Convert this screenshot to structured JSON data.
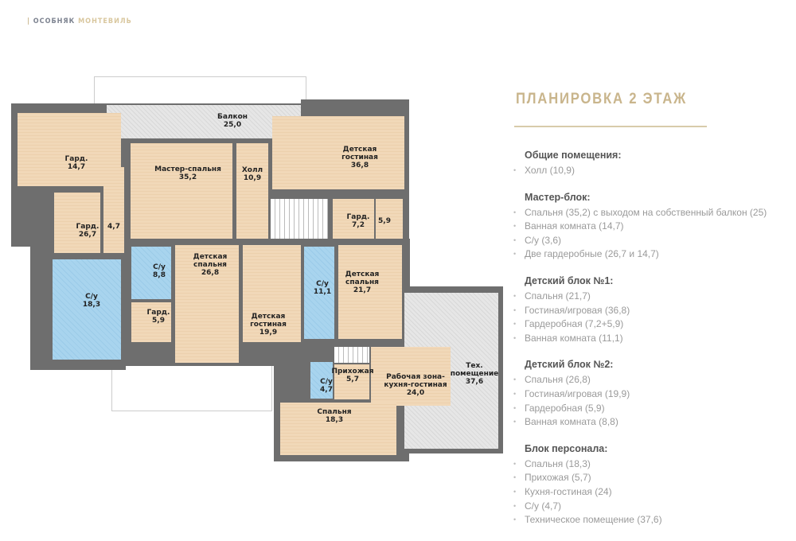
{
  "header": {
    "brand_part1": "ОСОБНЯК",
    "brand_part2": "МОНТЕВИЛЬ"
  },
  "title": "ПЛАНИРОВКА 2 ЭТАЖ",
  "colors": {
    "accent": "#c9b58c",
    "wall": "#6e6e6e",
    "floor": "#f1d8b8",
    "bathroom": "#a8d4ee"
  },
  "plan": {
    "rooms": {
      "balcony": {
        "name": "Балкон",
        "area": "25,0"
      },
      "dress1": {
        "name": "Гард.",
        "area": "14,7"
      },
      "dress2": {
        "name": "Гард.",
        "area": "26,7"
      },
      "corridor": {
        "area": "4,7"
      },
      "bath_master": {
        "name": "С/у",
        "area": "18,3"
      },
      "master": {
        "name": "Мастер-спальня",
        "area": "35,2"
      },
      "hall": {
        "name": "Холл",
        "area": "10,9"
      },
      "kids_living1": {
        "name": "Детская гостиная",
        "area": "36,8"
      },
      "dress3": {
        "name": "Гард.",
        "area": "7,2"
      },
      "dress4": {
        "area": "5,9"
      },
      "bath_kids2": {
        "name": "С/у",
        "area": "8,8"
      },
      "dress5": {
        "name": "Гард.",
        "area": "5,9"
      },
      "kids_bed2": {
        "name": "Детская спальня",
        "area": "26,8"
      },
      "kids_living2": {
        "name": "Детская гостиная",
        "area": "19,9"
      },
      "bath_kids1": {
        "name": "С/у",
        "area": "11,1"
      },
      "kids_bed1": {
        "name": "Детская спальня",
        "area": "21,7"
      },
      "entry": {
        "name": "Прихожая",
        "area": "5,7"
      },
      "kitchen": {
        "name": "Рабочая зона-кухня-гостиная",
        "area": "24,0"
      },
      "bath_staff": {
        "name": "С/у",
        "area": "4,7"
      },
      "tech": {
        "name": "Тех. помещение",
        "area": "37,6"
      },
      "staff_bed": {
        "name": "Спальня",
        "area": "18,3"
      }
    }
  },
  "summary": [
    {
      "heading": "Общие помещения:",
      "items": [
        "Холл (10,9)"
      ]
    },
    {
      "heading": "Мастер-блок:",
      "items": [
        "Спальня (35,2) с выходом на собственный балкон (25)",
        "Ванная комната (14,7)",
        "С/у (3,6)",
        "Две гардеробные (26,7 и 14,7)"
      ]
    },
    {
      "heading": "Детский блок №1:",
      "items": [
        "Спальня (21,7)",
        "Гостиная/игровая (36,8)",
        "Гардеробная (7,2+5,9)",
        "Ванная комната (11,1)"
      ]
    },
    {
      "heading": "Детский блок №2:",
      "items": [
        "Спальня (26,8)",
        "Гостиная/игровая (19,9)",
        "Гардеробная (5,9)",
        "Ванная комната (8,8)"
      ]
    },
    {
      "heading": "Блок персонала:",
      "items": [
        "Спальня (18,3)",
        "Прихожая (5,7)",
        "Кухня-гостиная (24)",
        "С/у (4,7)",
        "Техническое помещение (37,6)"
      ]
    }
  ]
}
